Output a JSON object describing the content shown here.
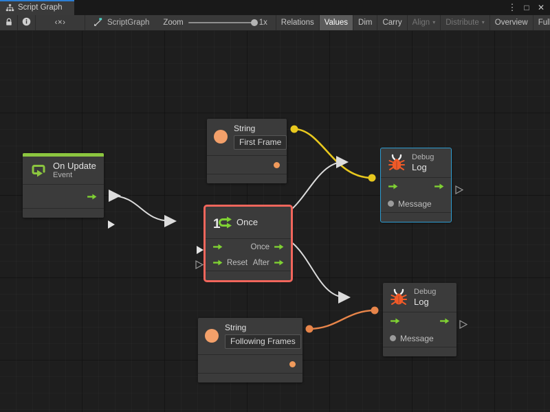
{
  "window": {
    "tab_label": "Script Graph",
    "tab_icon": "script-graph-icon",
    "controls": {
      "menu": "⋮",
      "maximize": "□",
      "close": "✕"
    }
  },
  "toolbar": {
    "lock_icon": "lock-icon",
    "info_icon": "info-icon",
    "code_icon": "code-icon",
    "code_label": "‹×›",
    "graph_name": "ScriptGraph",
    "graph_icon": "script-graph-icon",
    "zoom_label": "Zoom",
    "zoom_value": "1x",
    "zoom_percent": 100,
    "buttons": [
      {
        "label": "Relations",
        "state": "normal"
      },
      {
        "label": "Values",
        "state": "active"
      },
      {
        "label": "Dim",
        "state": "normal"
      },
      {
        "label": "Carry",
        "state": "normal"
      },
      {
        "label": "Align",
        "state": "disabled",
        "caret": "▾"
      },
      {
        "label": "Distribute",
        "state": "disabled",
        "caret": "▾"
      },
      {
        "label": "Overview",
        "state": "normal"
      },
      {
        "label": "Full Screen",
        "state": "normal"
      }
    ]
  },
  "colors": {
    "accent_green": "#8cc63f",
    "port_green": "#7fd133",
    "value_orange": "#e8854a",
    "value_orange_light": "#f3a06a",
    "wire_highlight_yellow": "#e8c81e",
    "wire_flow_white": "#dcdcdc",
    "selection_red": "#f2665c",
    "selection_blue": "#2f9fd4",
    "debug_icon_orange": "#f05a28",
    "node_bg": "#3b3b3b",
    "canvas_bg": "#1e1e1e"
  },
  "graph": {
    "nodes": [
      {
        "id": "on-update",
        "kind": "event",
        "subtitle": "Event",
        "title": "On Update",
        "icon": "on-update-loop-icon",
        "accent": "#8cc63f",
        "selected": false,
        "inputs": [],
        "outputs": [
          {
            "label": "",
            "type": "flow"
          }
        ]
      },
      {
        "id": "once",
        "kind": "flow",
        "subtitle": "",
        "title": "Once",
        "icon": "once-counter-icon",
        "icon_badge": "1",
        "selected": true,
        "selection_color": "#f2665c",
        "inputs": [
          {
            "label": "",
            "type": "flow",
            "connected": true
          },
          {
            "label": "Reset",
            "type": "flow",
            "connected": false
          }
        ],
        "outputs": [
          {
            "label": "Once",
            "type": "flow",
            "connected": true
          },
          {
            "label": "After",
            "type": "flow",
            "connected": true
          }
        ]
      },
      {
        "id": "string-first-frame",
        "kind": "value",
        "title": "String",
        "icon": "string-value-icon",
        "selected": false,
        "field_value": "First Frame",
        "outputs": [
          {
            "label": "",
            "type": "value",
            "color": "#f09a5b"
          }
        ]
      },
      {
        "id": "string-following-frames",
        "kind": "value",
        "title": "String",
        "icon": "string-value-icon",
        "selected": false,
        "field_value": "Following Frames",
        "outputs": [
          {
            "label": "",
            "type": "value",
            "color": "#f09a5b"
          }
        ]
      },
      {
        "id": "debug-log-top",
        "kind": "unit",
        "subtitle": "Debug",
        "title": "Log",
        "icon": "debug-bug-icon",
        "selected": false,
        "highlighted": true,
        "selection_color": "#2f9fd4",
        "inputs": [
          {
            "label": "",
            "type": "flow",
            "connected": true
          },
          {
            "label": "Message",
            "type": "value",
            "connected": true
          }
        ],
        "outputs": [
          {
            "label": "",
            "type": "flow",
            "connected": false
          }
        ]
      },
      {
        "id": "debug-log-bottom",
        "kind": "unit",
        "subtitle": "Debug",
        "title": "Log",
        "icon": "debug-bug-icon",
        "selected": false,
        "highlighted": false,
        "inputs": [
          {
            "label": "",
            "type": "flow",
            "connected": true
          },
          {
            "label": "Message",
            "type": "value",
            "connected": true
          }
        ],
        "outputs": [
          {
            "label": "",
            "type": "flow",
            "connected": false
          }
        ]
      }
    ],
    "connections": [
      {
        "from": "on-update.output",
        "to": "once.input",
        "kind": "flow",
        "color": "#dcdcdc"
      },
      {
        "from": "once.Once",
        "to": "debug-log-top.input",
        "kind": "flow",
        "color": "#dcdcdc"
      },
      {
        "from": "once.After",
        "to": "debug-log-bottom.input",
        "kind": "flow",
        "color": "#dcdcdc"
      },
      {
        "from": "string-first-frame.output",
        "to": "debug-log-top.Message",
        "kind": "value",
        "color": "#e8c81e",
        "highlighted": true
      },
      {
        "from": "string-following-frames.output",
        "to": "debug-log-bottom.Message",
        "kind": "value",
        "color": "#e8854a",
        "highlighted": false
      }
    ]
  }
}
